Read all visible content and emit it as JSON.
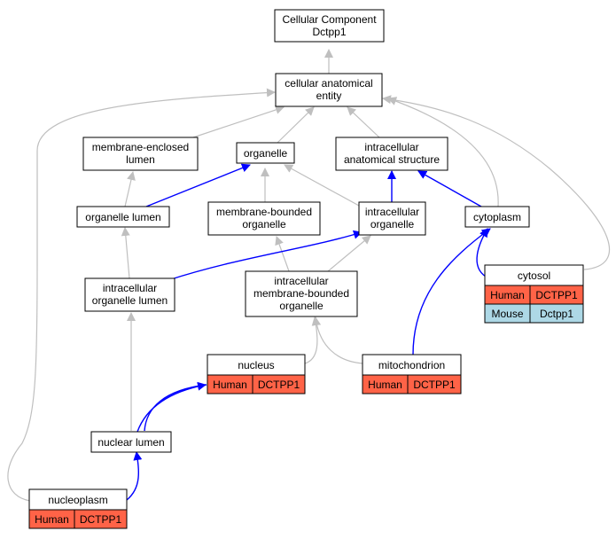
{
  "colors": {
    "node_fill": "#ffffff",
    "node_stroke": "#000000",
    "gray_edge": "#bfbfbf",
    "blue_edge": "#0000ff",
    "human_fill": "#ff6347",
    "mouse_fill": "#add8e6"
  },
  "nodes": {
    "root": {
      "line1": "Cellular Component",
      "line2": "Dctpp1"
    },
    "cellular_anatomical_entity": {
      "line1": "cellular anatomical",
      "line2": "entity"
    },
    "membrane_enclosed_lumen": {
      "line1": "membrane-enclosed",
      "line2": "lumen"
    },
    "organelle": {
      "line1": "organelle"
    },
    "intracellular_anatomical_structure": {
      "line1": "intracellular",
      "line2": "anatomical structure"
    },
    "organelle_lumen": {
      "line1": "organelle lumen"
    },
    "membrane_bounded_organelle": {
      "line1": "membrane-bounded",
      "line2": "organelle"
    },
    "intracellular_organelle": {
      "line1": "intracellular",
      "line2": "organelle"
    },
    "cytoplasm": {
      "line1": "cytoplasm"
    },
    "cytosol": {
      "title": "cytosol",
      "human_label": "Human",
      "human_gene": "DCTPP1",
      "mouse_label": "Mouse",
      "mouse_gene": "Dctpp1"
    },
    "intracellular_organelle_lumen": {
      "line1": "intracellular",
      "line2": "organelle lumen"
    },
    "intracellular_membrane_bounded_organelle": {
      "line1": "intracellular",
      "line2": "membrane-bounded",
      "line3": "organelle"
    },
    "nucleus": {
      "title": "nucleus",
      "human_label": "Human",
      "human_gene": "DCTPP1"
    },
    "mitochondrion": {
      "title": "mitochondrion",
      "human_label": "Human",
      "human_gene": "DCTPP1"
    },
    "nuclear_lumen": {
      "line1": "nuclear lumen"
    },
    "nucleoplasm": {
      "title": "nucleoplasm",
      "human_label": "Human",
      "human_gene": "DCTPP1"
    }
  }
}
